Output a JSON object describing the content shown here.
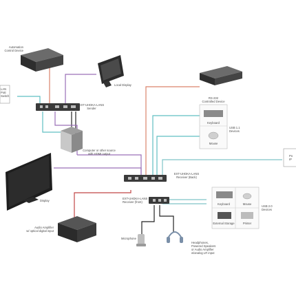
{
  "colors": {
    "rs232_line": "#d9826a",
    "usb_line": "#5fbfc2",
    "hdmi_line": "#9a6fb8",
    "audio_line": "#c04545",
    "lan_line": "#7fc4c8",
    "cable_black": "#222222",
    "device_dark": "#3c3c3c",
    "device_mid": "#5a5a5a"
  },
  "labels": {
    "automation_device": "Automation\nControl Device",
    "lan_switch": "LAN\nPoE\nSwitch",
    "local_display": "Local Display",
    "sender": "EXT-UHDKA-LANS\nSender",
    "computer_source": "Computer or other source\nwith HDMI output",
    "rs232_device": "RS-232\nControlled Device",
    "keyboard_top": "Keyboard",
    "mouse_top": "Mouse",
    "usb11_devices": "USB 1.1\nDevices",
    "receiver_back": "EXT-UHDKA-LANS\nReceiver (Back)",
    "receiver_front": "EXT-UHDKA-LANS\nReceiver (front)",
    "display": "Display",
    "keyboard_bottom": "Keyboard",
    "mouse_bottom": "Mouse",
    "external_storage": "External Storage",
    "printer": "Printer",
    "usb20_devices": "USB 2.0\nDevices",
    "ip_device": "Po\nIP",
    "audio_amplifier": "Audio Amplifier\nw/ optical digital input",
    "microphone": "Microphone",
    "headphones": "Headphones,\nPowered Speakers\nor Audio Amplifier\nw/analog LR input"
  }
}
